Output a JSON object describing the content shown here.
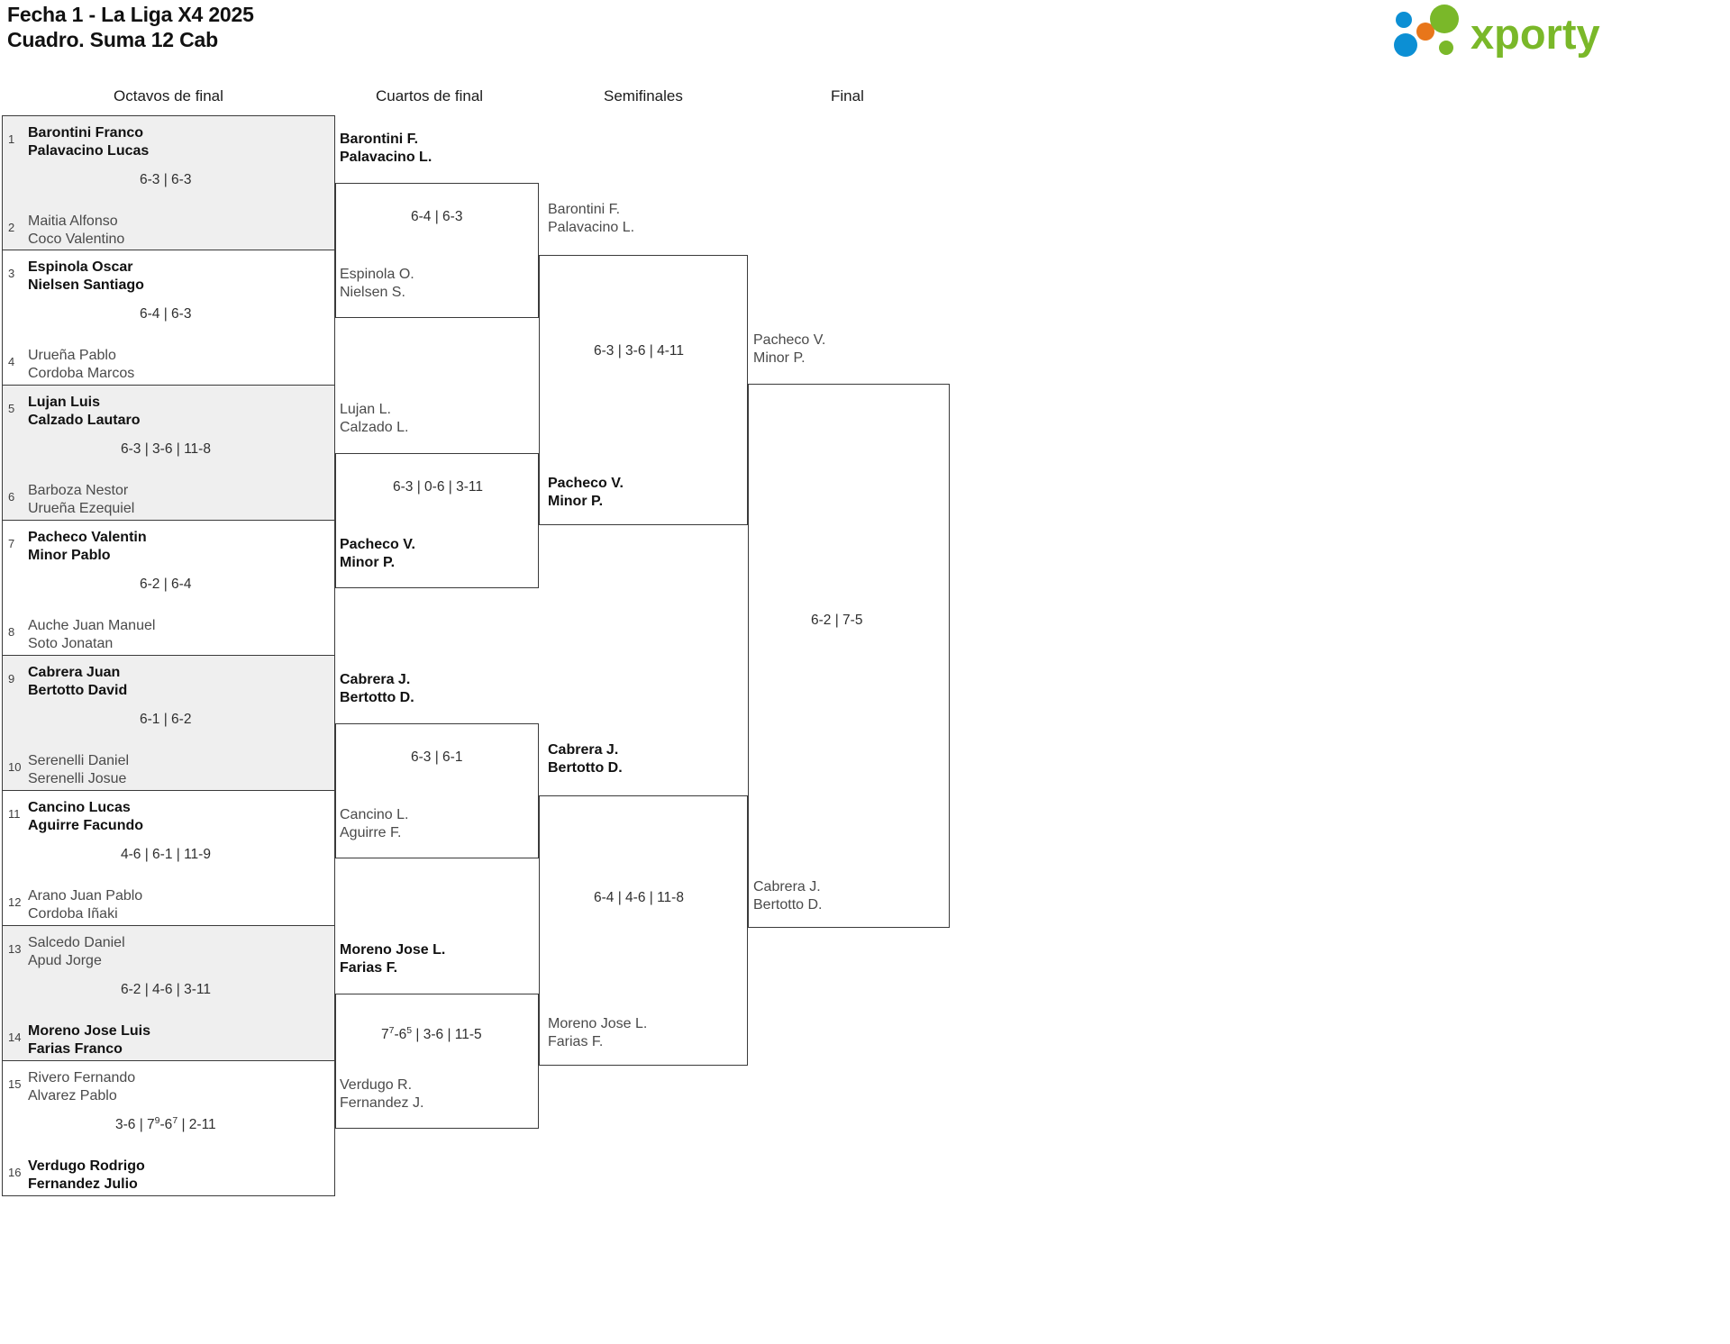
{
  "header": {
    "title_line1": "Fecha 1 - La Liga X4 2025",
    "title_line2": "Cuadro. Suma 12 Cab",
    "logo_text": "xporty",
    "logo_colors": {
      "green": "#7ab829",
      "blue": "#0c8fd4",
      "orange": "#e8761a"
    }
  },
  "rounds": [
    {
      "key": "r16",
      "label": "Octavos de final"
    },
    {
      "key": "qf",
      "label": "Cuartos de final"
    },
    {
      "key": "sf",
      "label": "Semifinales"
    },
    {
      "key": "f",
      "label": "Final"
    }
  ],
  "round16": {
    "slots": [
      {
        "seed": "1",
        "line1": "Barontini Franco",
        "line2": "Palavacino Lucas",
        "state": "win"
      },
      {
        "seed": "2",
        "line1": "Maitia Alfonso",
        "line2": "Coco Valentino",
        "state": "lose"
      },
      {
        "seed": "3",
        "line1": "Espinola Oscar",
        "line2": "Nielsen Santiago",
        "state": "win"
      },
      {
        "seed": "4",
        "line1": "Urueña Pablo",
        "line2": "Cordoba Marcos",
        "state": "lose"
      },
      {
        "seed": "5",
        "line1": "Lujan Luis",
        "line2": "Calzado Lautaro",
        "state": "win"
      },
      {
        "seed": "6",
        "line1": "Barboza Nestor",
        "line2": "Urueña Ezequiel",
        "state": "lose"
      },
      {
        "seed": "7",
        "line1": "Pacheco Valentin",
        "line2": "Minor Pablo",
        "state": "win"
      },
      {
        "seed": "8",
        "line1": "Auche Juan Manuel",
        "line2": "Soto Jonatan",
        "state": "lose"
      },
      {
        "seed": "9",
        "line1": "Cabrera Juan",
        "line2": "Bertotto David",
        "state": "win"
      },
      {
        "seed": "10",
        "line1": "Serenelli Daniel",
        "line2": "Serenelli Josue",
        "state": "lose"
      },
      {
        "seed": "11",
        "line1": "Cancino Lucas",
        "line2": "Aguirre Facundo",
        "state": "win"
      },
      {
        "seed": "12",
        "line1": "Arano Juan Pablo",
        "line2": "Cordoba Iñaki",
        "state": "lose"
      },
      {
        "seed": "13",
        "line1": "Salcedo Daniel",
        "line2": "Apud Jorge",
        "state": "lose"
      },
      {
        "seed": "14",
        "line1": "Moreno Jose Luis",
        "line2": "Farias Franco",
        "state": "win"
      },
      {
        "seed": "15",
        "line1": "Rivero Fernando",
        "line2": "Alvarez Pablo",
        "state": "lose"
      },
      {
        "seed": "16",
        "line1": "Verdugo Rodrigo",
        "line2": "Fernandez Julio",
        "state": "win"
      }
    ],
    "scores": [
      {
        "text": "6-3 | 6-3"
      },
      {
        "text": "6-4 | 6-3"
      },
      {
        "text": "6-3 | 3-6 | 11-8"
      },
      {
        "text": "6-2 | 6-4"
      },
      {
        "text": "6-1 | 6-2"
      },
      {
        "text": "4-6 | 6-1 | 11-9"
      },
      {
        "text": "6-2 | 4-6 | 3-11"
      },
      {
        "html": "3-6 | 7<sup>9</sup>-6<sup>7</sup> | 2-11"
      }
    ]
  },
  "quarterfinals": {
    "entries": [
      {
        "line1": "Barontini F.",
        "line2": "Palavacino L.",
        "state": "win"
      },
      {
        "line1": "Espinola O.",
        "line2": "Nielsen S.",
        "state": "lose"
      },
      {
        "line1": "Lujan L.",
        "line2": "Calzado L.",
        "state": "lose"
      },
      {
        "line1": "Pacheco V.",
        "line2": "Minor P.",
        "state": "win"
      },
      {
        "line1": "Cabrera J.",
        "line2": "Bertotto D.",
        "state": "win"
      },
      {
        "line1": "Cancino L.",
        "line2": "Aguirre F.",
        "state": "lose"
      },
      {
        "line1": "Moreno Jose L.",
        "line2": "Farias F.",
        "state": "win"
      },
      {
        "line1": "Verdugo R.",
        "line2": "Fernandez J.",
        "state": "lose"
      }
    ],
    "scores": [
      {
        "text": "6-4 | 6-3"
      },
      {
        "text": "6-3 | 0-6 | 3-11"
      },
      {
        "text": "6-3 | 6-1"
      },
      {
        "html": "7<sup>7</sup>-6<sup>5</sup> | 3-6 | 11-5"
      }
    ]
  },
  "semifinals": {
    "entries": [
      {
        "line1": "Barontini F.",
        "line2": "Palavacino L.",
        "state": "lose"
      },
      {
        "line1": "Pacheco V.",
        "line2": "Minor P.",
        "state": "win"
      },
      {
        "line1": "Cabrera J.",
        "line2": "Bertotto D.",
        "state": "win"
      },
      {
        "line1": "Moreno Jose L.",
        "line2": "Farias F.",
        "state": "lose"
      }
    ],
    "scores": [
      {
        "text": "6-3 | 3-6 | 4-11"
      },
      {
        "text": "6-4 | 4-6 | 11-8"
      }
    ]
  },
  "final": {
    "entries": [
      {
        "line1": "Pacheco V.",
        "line2": "Minor P.",
        "state": "lose"
      },
      {
        "line1": "Cabrera J.",
        "line2": "Bertotto D.",
        "state": "lose"
      }
    ],
    "scores": [
      {
        "text": "6-2 | 7-5"
      }
    ]
  }
}
